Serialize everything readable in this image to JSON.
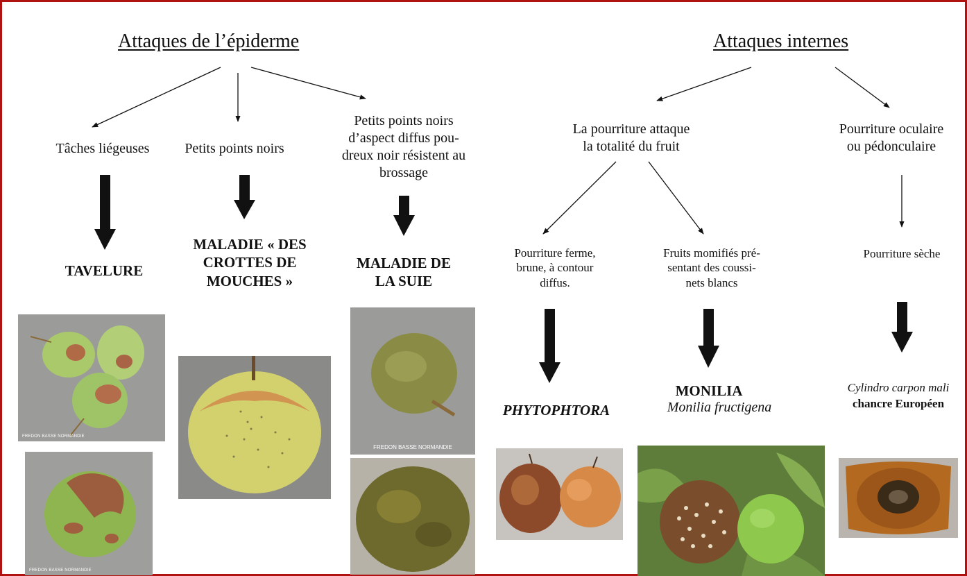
{
  "headings": {
    "left": "Attaques de l’épiderme",
    "right": "Attaques internes"
  },
  "left": {
    "c1": {
      "symptom": "Tâches liégeuses",
      "disease": "TAVELURE"
    },
    "c2": {
      "symptom": "Petits points noirs",
      "disease_l1": "MALADIE « DES",
      "disease_l2": "CROTTES DE",
      "disease_l3": "MOUCHES »"
    },
    "c3": {
      "symptom_l1": "Petits points noirs",
      "symptom_l2": "d’aspect diffus pou-",
      "symptom_l3": "dreux noir résistent au",
      "symptom_l4": "brossage",
      "disease_l1": "MALADIE DE",
      "disease_l2": "LA SUIE"
    }
  },
  "right": {
    "total": {
      "l1": "La pourriture attaque",
      "l2": "la totalité du fruit"
    },
    "ocular": {
      "l1": "Pourriture oculaire",
      "l2": "ou pédonculaire"
    },
    "c4": {
      "l1": "Pourriture ferme,",
      "l2": "brune, à contour",
      "l3": "diffus.",
      "disease": "PHYTOPHTORA"
    },
    "c5": {
      "l1": "Fruits momifiés pré-",
      "l2": "sentant des coussi-",
      "l3": "nets blancs",
      "disease": "MONILIA",
      "latin": "Monilia fructigena"
    },
    "c6": {
      "symptom": "Pourriture sèche",
      "latin": "Cylindro carpon mali",
      "disease": "chancre Européen"
    }
  },
  "photo_credits": {
    "tavelure1": "FREDON BASSE NORMANDIE",
    "tavelure2": "FREDON BASSE NORMANDIE",
    "suie1": "FREDON BASSE NORMANDIE"
  },
  "colors": {
    "border": "#b01212",
    "text": "#111111"
  }
}
